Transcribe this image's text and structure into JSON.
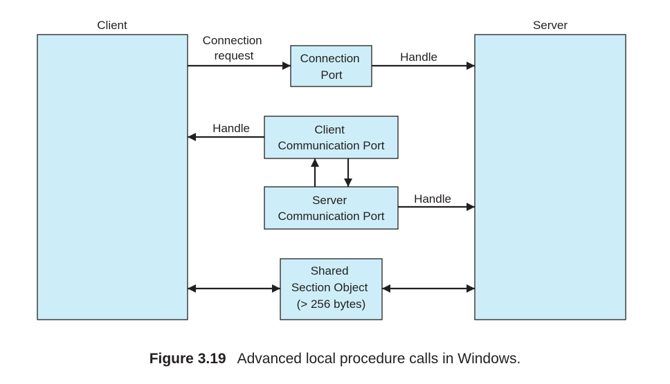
{
  "diagram": {
    "client_label": "Client",
    "server_label": "Server",
    "connection_request": [
      "Connection",
      "request"
    ],
    "connection_port": [
      "Connection",
      "Port"
    ],
    "handle_to_server_top": "Handle",
    "handle_to_client": "Handle",
    "client_comm_port": [
      "Client",
      "Communication Port"
    ],
    "server_comm_port": [
      "Server",
      "Communication Port"
    ],
    "handle_to_server_mid": "Handle",
    "shared_section": [
      "Shared",
      "Section Object",
      "(> 256 bytes)"
    ]
  },
  "caption": {
    "number": "Figure 3.19",
    "text": "Advanced local procedure calls in Windows."
  },
  "colors": {
    "box_fill": "#cdeef8",
    "stroke": "#231f20"
  }
}
